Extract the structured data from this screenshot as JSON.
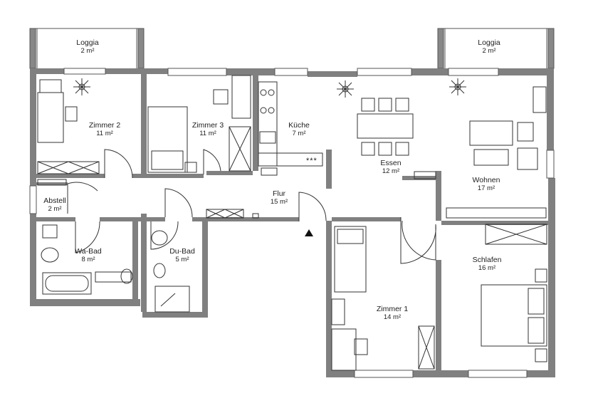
{
  "rooms": [
    {
      "id": "loggia-left",
      "name": "Loggia",
      "area": "2 m²"
    },
    {
      "id": "loggia-right",
      "name": "Loggia",
      "area": "2 m²"
    },
    {
      "id": "zimmer-2",
      "name": "Zimmer 2",
      "area": "11 m²"
    },
    {
      "id": "zimmer-3",
      "name": "Zimmer 3",
      "area": "11 m²"
    },
    {
      "id": "kueche",
      "name": "Küche",
      "area": "7 m²"
    },
    {
      "id": "essen",
      "name": "Essen",
      "area": "12 m²"
    },
    {
      "id": "wohnen",
      "name": "Wohnen",
      "area": "17 m²"
    },
    {
      "id": "abstell",
      "name": "Abstell",
      "area": "2 m²"
    },
    {
      "id": "flur",
      "name": "Flur",
      "area": "15 m²"
    },
    {
      "id": "wa-bad",
      "name": "Wa-Bad",
      "area": "8 m²"
    },
    {
      "id": "du-bad",
      "name": "Du-Bad",
      "area": "5 m²"
    },
    {
      "id": "zimmer-1",
      "name": "Zimmer 1",
      "area": "14 m²"
    },
    {
      "id": "schlafen",
      "name": "Schlafen",
      "area": "16 m²"
    }
  ],
  "kitchen_marker": "***"
}
